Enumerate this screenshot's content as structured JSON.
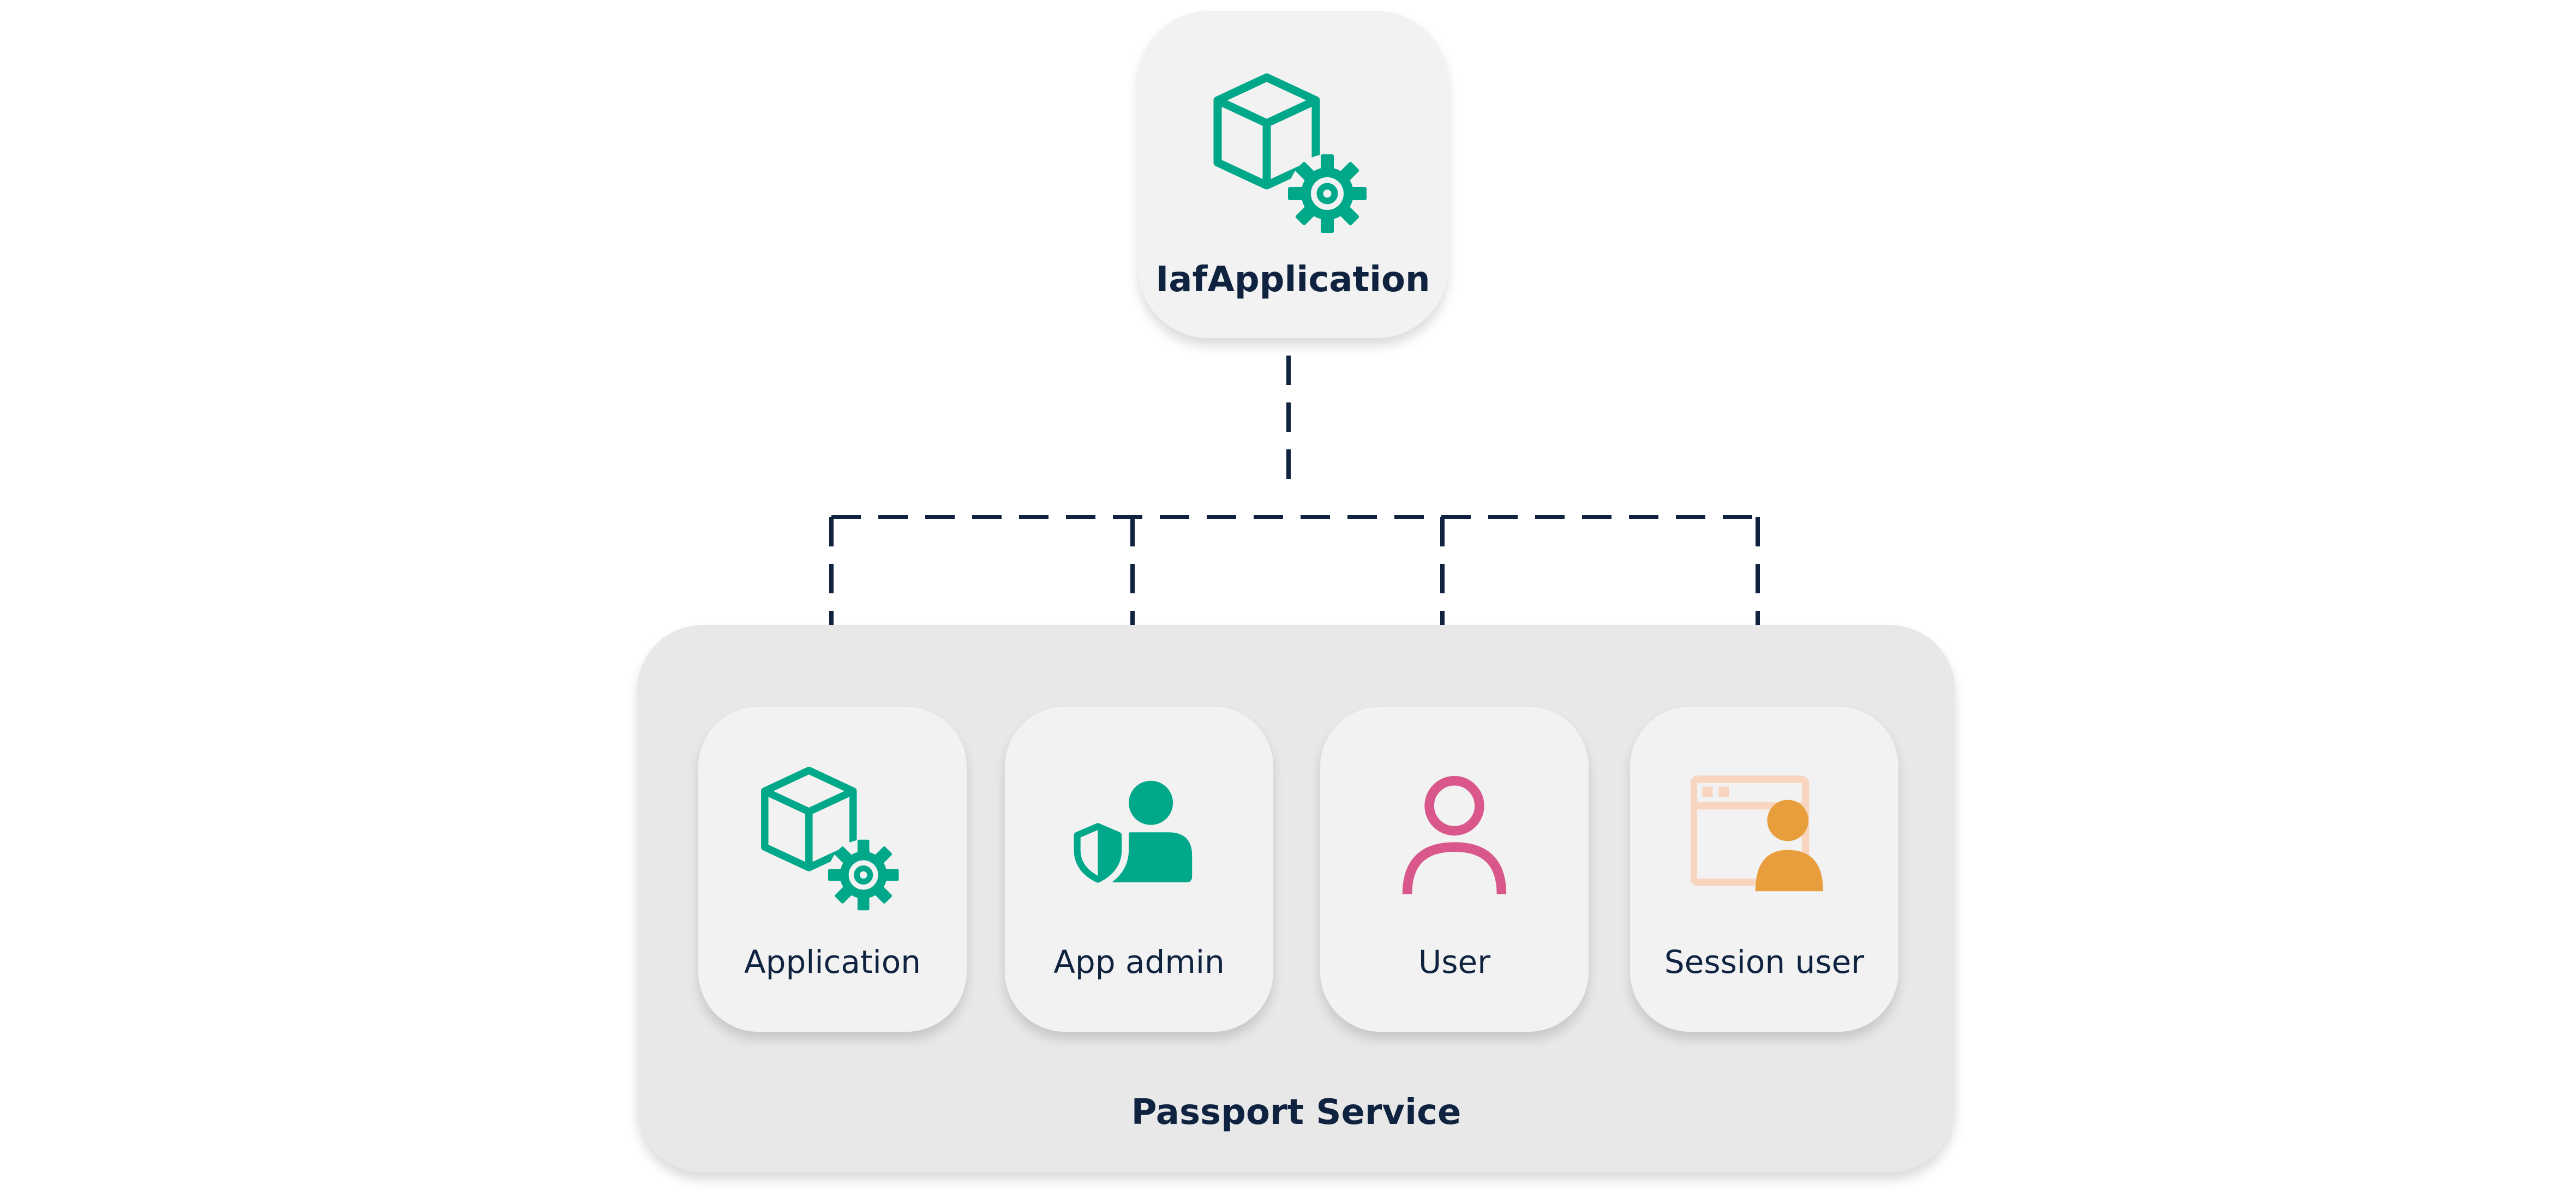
{
  "diagram": {
    "top_node": {
      "label": "IafApplication",
      "icon": "cube-gear-icon"
    },
    "container": {
      "label": "Passport Service"
    },
    "nodes": [
      {
        "label": "Application",
        "icon": "cube-gear-icon"
      },
      {
        "label": "App admin",
        "icon": "user-shield-icon"
      },
      {
        "label": "User",
        "icon": "user-outline-icon"
      },
      {
        "label": "Session user",
        "icon": "session-user-icon"
      }
    ],
    "edges": [
      {
        "from": "IafApplication",
        "to": "Application",
        "style": "dashed-arrow"
      },
      {
        "from": "IafApplication",
        "to": "App admin",
        "style": "dashed-arrow"
      },
      {
        "from": "IafApplication",
        "to": "User",
        "style": "dashed-arrow"
      },
      {
        "from": "IafApplication",
        "to": "Session user",
        "style": "dashed-arrow"
      }
    ],
    "colors": {
      "text": "#0f2340",
      "connector": "#0f2340",
      "teal": "#00a88a",
      "pink": "#d9578a",
      "orange": "#e89e3c",
      "peach": "#f7d5bf",
      "card": "#f2f2f2",
      "container": "#e8e8e8"
    }
  }
}
